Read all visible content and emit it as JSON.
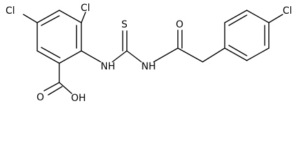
{
  "structure": {
    "atoms": {
      "cl_left": "Cl",
      "cl_top": "Cl",
      "s": "S",
      "o_amide": "O",
      "cl_right": "Cl",
      "nh_left": "NH",
      "nh_right": "NH",
      "o_acid": "O",
      "oh": "OH"
    },
    "colors": {
      "bond": "#000000",
      "text": "#000000",
      "background": "#ffffff"
    }
  }
}
